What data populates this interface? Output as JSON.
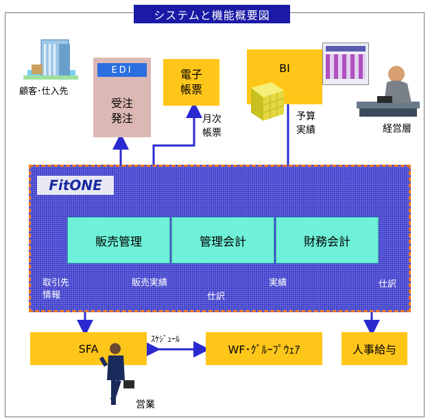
{
  "title": "システムと機能概要図",
  "edi": "EDI",
  "order_box": [
    "受注",
    "発注"
  ],
  "customer_label": "顧客･仕入先",
  "epaper_box": [
    "電子",
    "帳票"
  ],
  "monthly_label": [
    "月次",
    "帳票"
  ],
  "bi_box": "BI",
  "budget_label": [
    "予算",
    "実績"
  ],
  "exec_label": "経営層",
  "logo_text": "FitONE",
  "modules": [
    "販売管理",
    "管理会計",
    "財務会計"
  ],
  "inner_labels": {
    "trade_info": [
      "取引先",
      "情報"
    ],
    "sales_result": "販売実績",
    "result": "実績",
    "journal_center": "仕訳",
    "journal_right": "仕訳"
  },
  "sfa_box": "SFA",
  "schedule_label": "ｽｹｼﾞｭｰﾙ",
  "wf_box": "WF･ｸﾞﾙｰﾌﾟｳｪｱ",
  "hr_box": "人事給与",
  "sales_label": "営業",
  "colors": {
    "title_bg": "#1a1aa6",
    "yellow_box": "#ffc61a",
    "pink_box": "#dcb8b4",
    "module_box": "#6ff0d8",
    "fitone_bg": "#3c3ccc",
    "fitone_border": "#f07a1a",
    "arrow": "#2a2ad0"
  }
}
